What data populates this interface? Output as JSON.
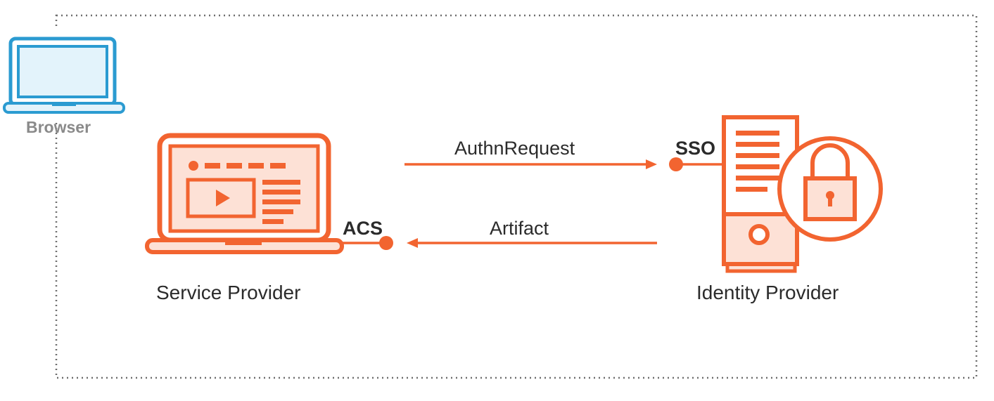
{
  "browser": {
    "label": "Browser",
    "icon": "laptop-icon",
    "color": "#2b9bd1"
  },
  "service_provider": {
    "label": "Service Provider",
    "icon": "laptop-video-icon",
    "endpoint": "ACS"
  },
  "identity_provider": {
    "label": "Identity Provider",
    "icon": "server-lock-icon",
    "endpoint": "SSO"
  },
  "flows": {
    "request": {
      "label": "AuthnRequest"
    },
    "response": {
      "label": "Artifact"
    }
  },
  "colors": {
    "accent": "#f26430",
    "accent_light": "#fde1d6",
    "boundary": "#6e6e6e"
  }
}
